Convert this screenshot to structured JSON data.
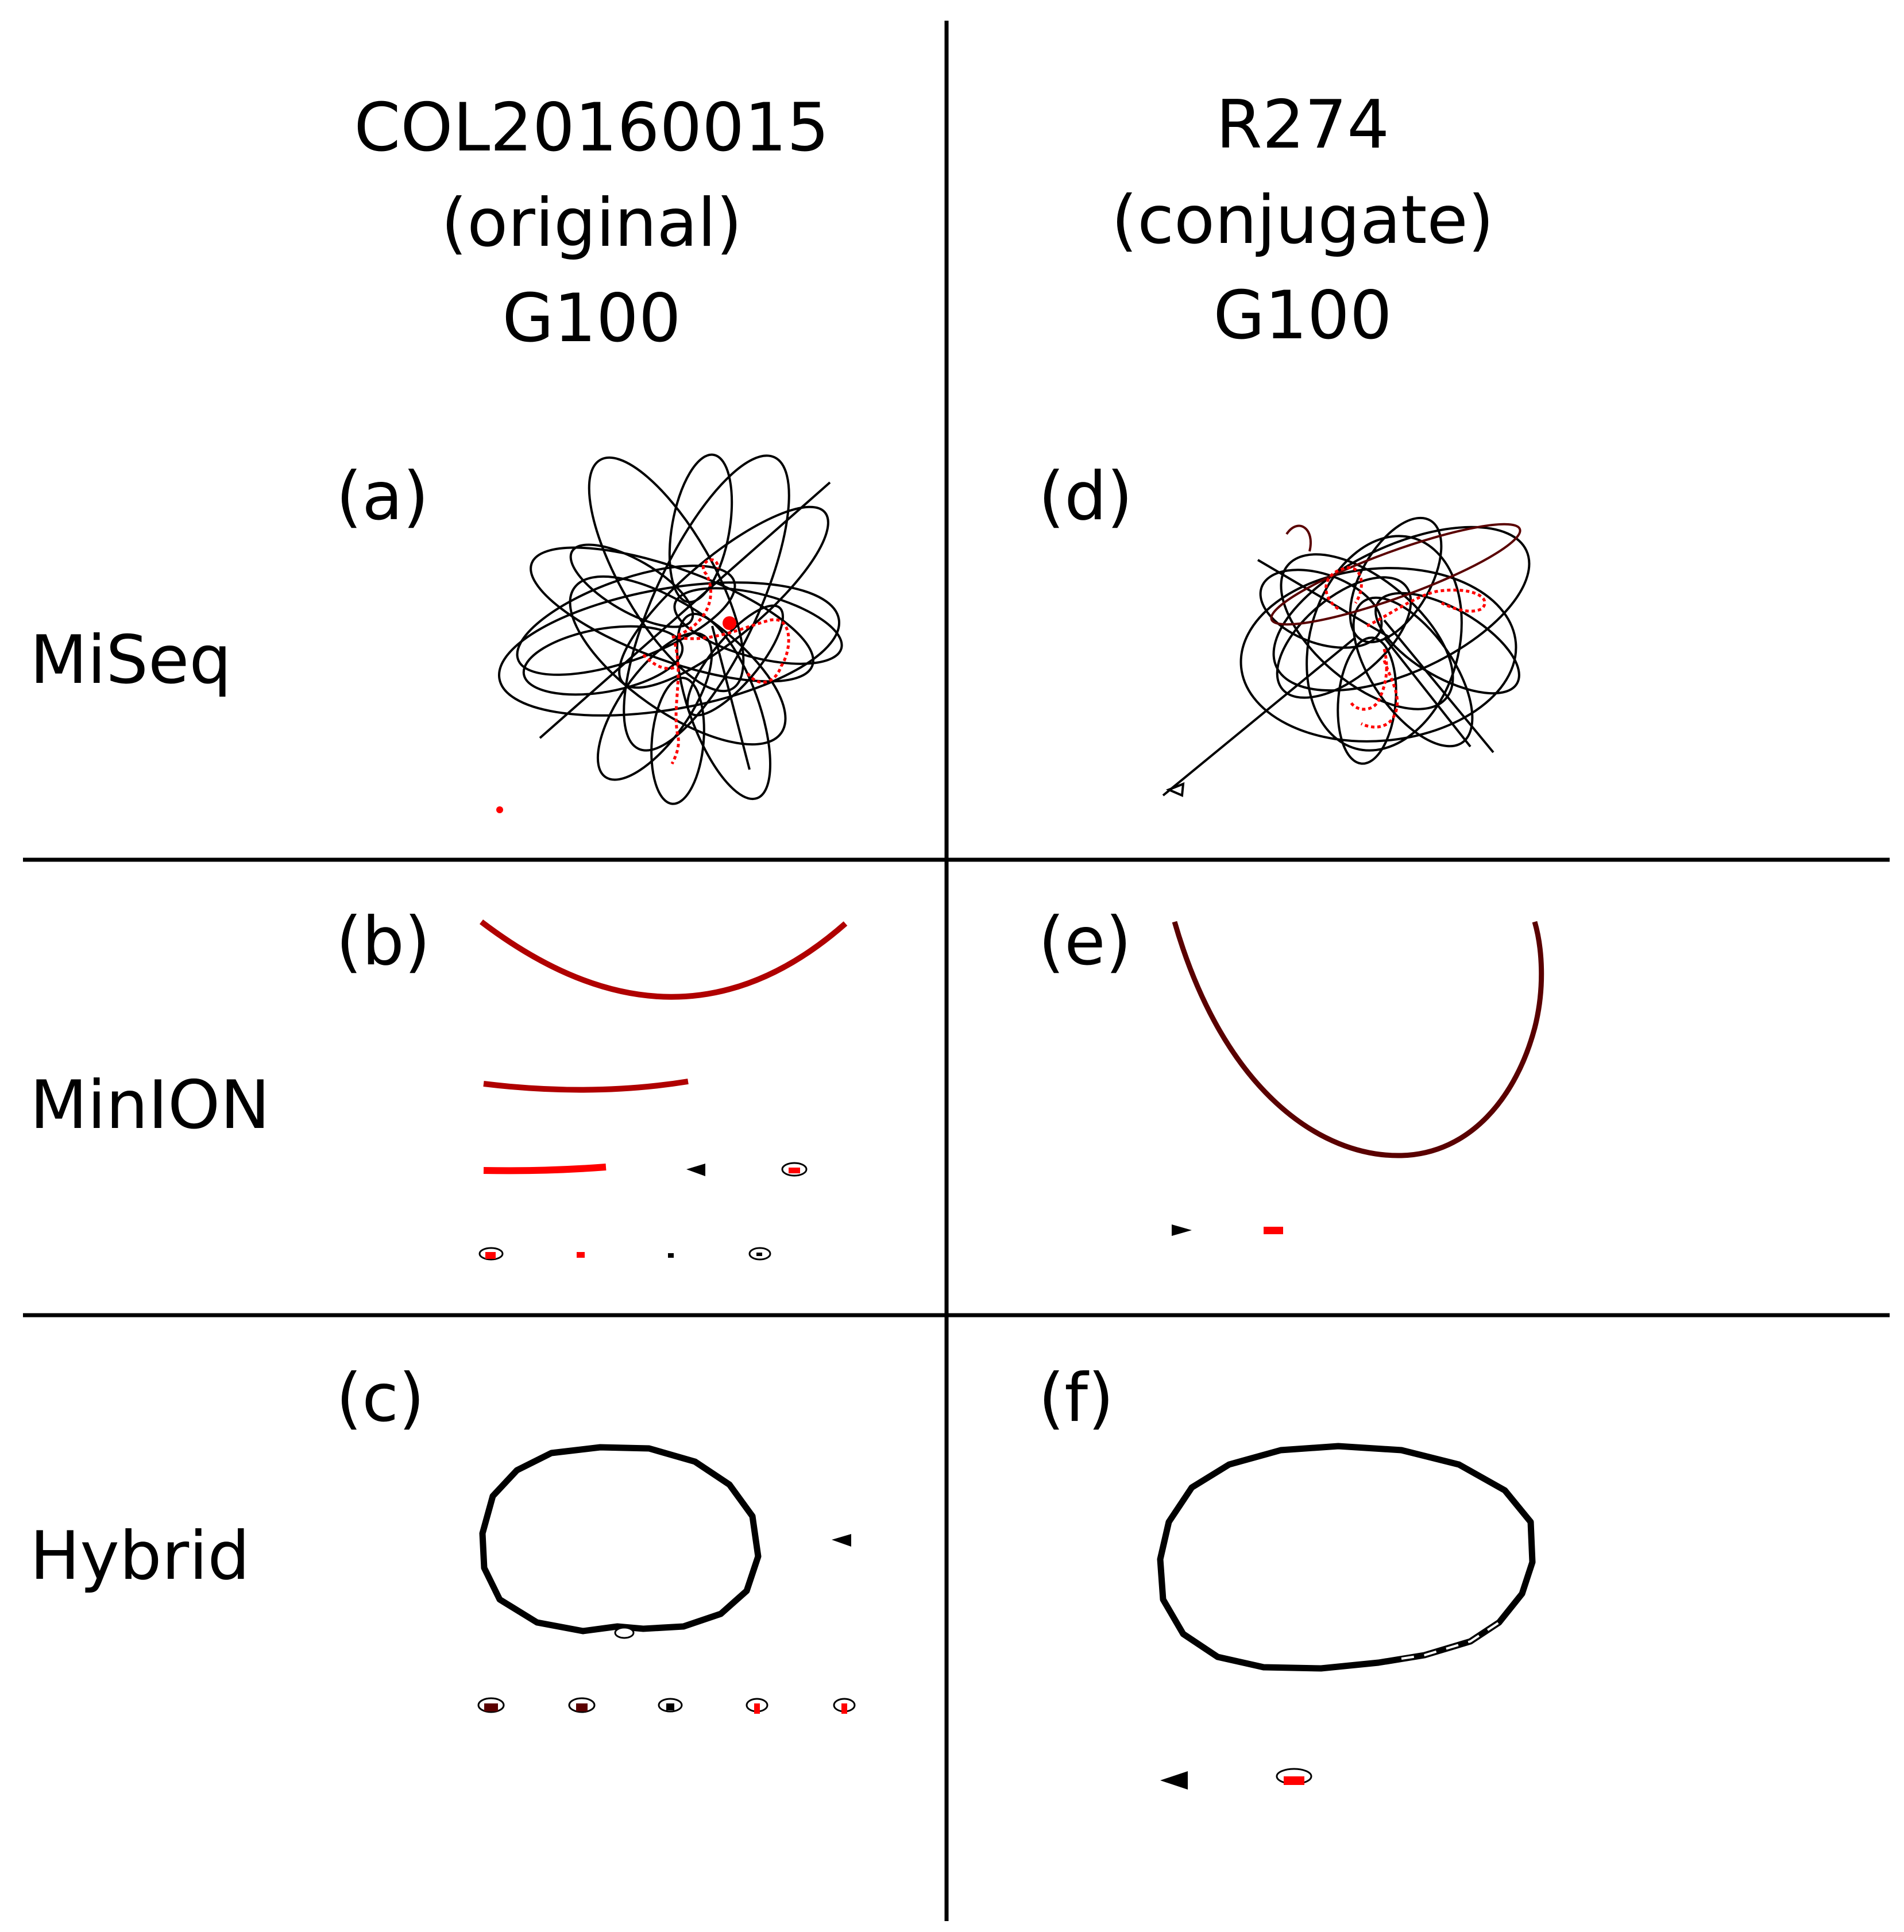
{
  "columns": [
    {
      "lines": [
        "COL20160015",
        "(original)",
        "G100"
      ]
    },
    {
      "lines": [
        "R274",
        "(conjugate)",
        "G100"
      ]
    }
  ],
  "rows": [
    "MiSeq",
    "MinION",
    "Hybrid"
  ],
  "panels": {
    "a": "(a)",
    "b": "(b)",
    "c": "(c)",
    "d": "(d)",
    "e": "(e)",
    "f": "(f)"
  },
  "colors": {
    "black": "#000000",
    "red": "#ff0000",
    "dark_red": "#b00000",
    "maroon": "#5a0000"
  }
}
